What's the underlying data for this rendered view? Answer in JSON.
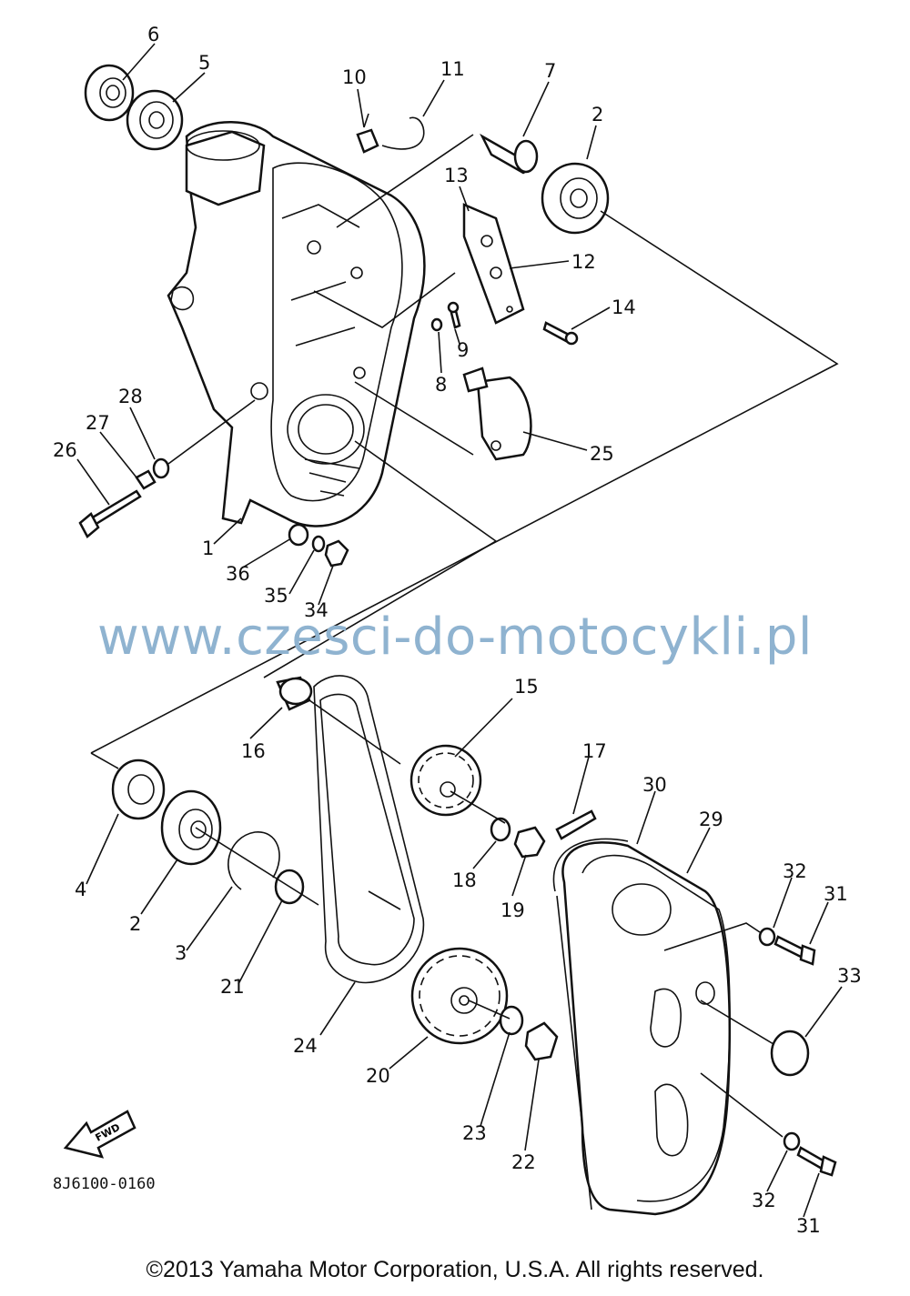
{
  "diagram": {
    "part_numbers": {
      "p1": "1",
      "p2a": "2",
      "p2b": "2",
      "p3": "3",
      "p4": "4",
      "p5": "5",
      "p6": "6",
      "p7": "7",
      "p8": "8",
      "p9": "9",
      "p10": "10",
      "p11": "11",
      "p12": "12",
      "p13": "13",
      "p14": "14",
      "p15": "15",
      "p16": "16",
      "p17": "17",
      "p18": "18",
      "p19": "19",
      "p20": "20",
      "p21": "21",
      "p22": "22",
      "p23": "23",
      "p24": "24",
      "p25": "25",
      "p26": "26",
      "p27": "27",
      "p28": "28",
      "p29": "29",
      "p30": "30",
      "p31a": "31",
      "p31b": "31",
      "p32a": "32",
      "p32b": "32",
      "p33": "33",
      "p34": "34",
      "p35": "35",
      "p36": "36"
    },
    "fwd_label": "FWD",
    "diagram_code": "8J6100-0160",
    "watermark": "www.czesci-do-motocykli.pl",
    "copyright": "©2013 Yamaha Motor Corporation, U.S.A. All rights reserved."
  }
}
